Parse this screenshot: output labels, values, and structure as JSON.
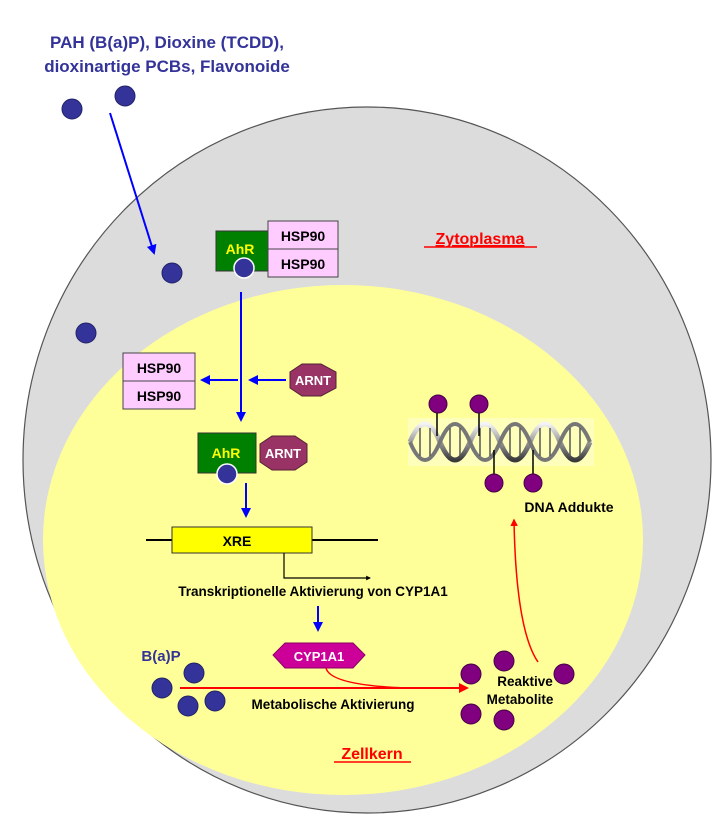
{
  "title_lines": [
    "PAH (B(a)P), Dioxine (TCDD),",
    "dioxinartige PCBs, Flavonoide"
  ],
  "colors": {
    "cytoplasm": "#dcdcdc",
    "nucleus": "#ffff99",
    "ligand": "#333399",
    "ahr": "#008000",
    "ahr_text": "#ffff00",
    "hsp90": "#ffccff",
    "arnt": "#993366",
    "cyp1a1": "#cc0099",
    "xre": "#ffff00",
    "metabolite": "#660066",
    "blue_arrow": "#0000ff",
    "red_arrow": "#ff0000",
    "region_label": "#ff0000",
    "title": "#333399"
  },
  "regions": {
    "cytoplasm_label": "Zytoplasma",
    "nucleus_label": "Zellkern"
  },
  "proteins": {
    "ahr": "AhR",
    "hsp90": "HSP90",
    "arnt": "ARNT",
    "cyp1a1": "CYP1A1"
  },
  "dna": {
    "xre_label": "XRE",
    "adducts_label": "DNA Addukte"
  },
  "labels": {
    "transcription": "Transkriptionelle Aktivierung von CYP1A1",
    "bap": "B(a)P",
    "metabolic_activation": "Metabolische Aktivierung",
    "reactive_metabolites_line1": "Reaktive",
    "reactive_metabolites_line2": "Metabolite"
  }
}
